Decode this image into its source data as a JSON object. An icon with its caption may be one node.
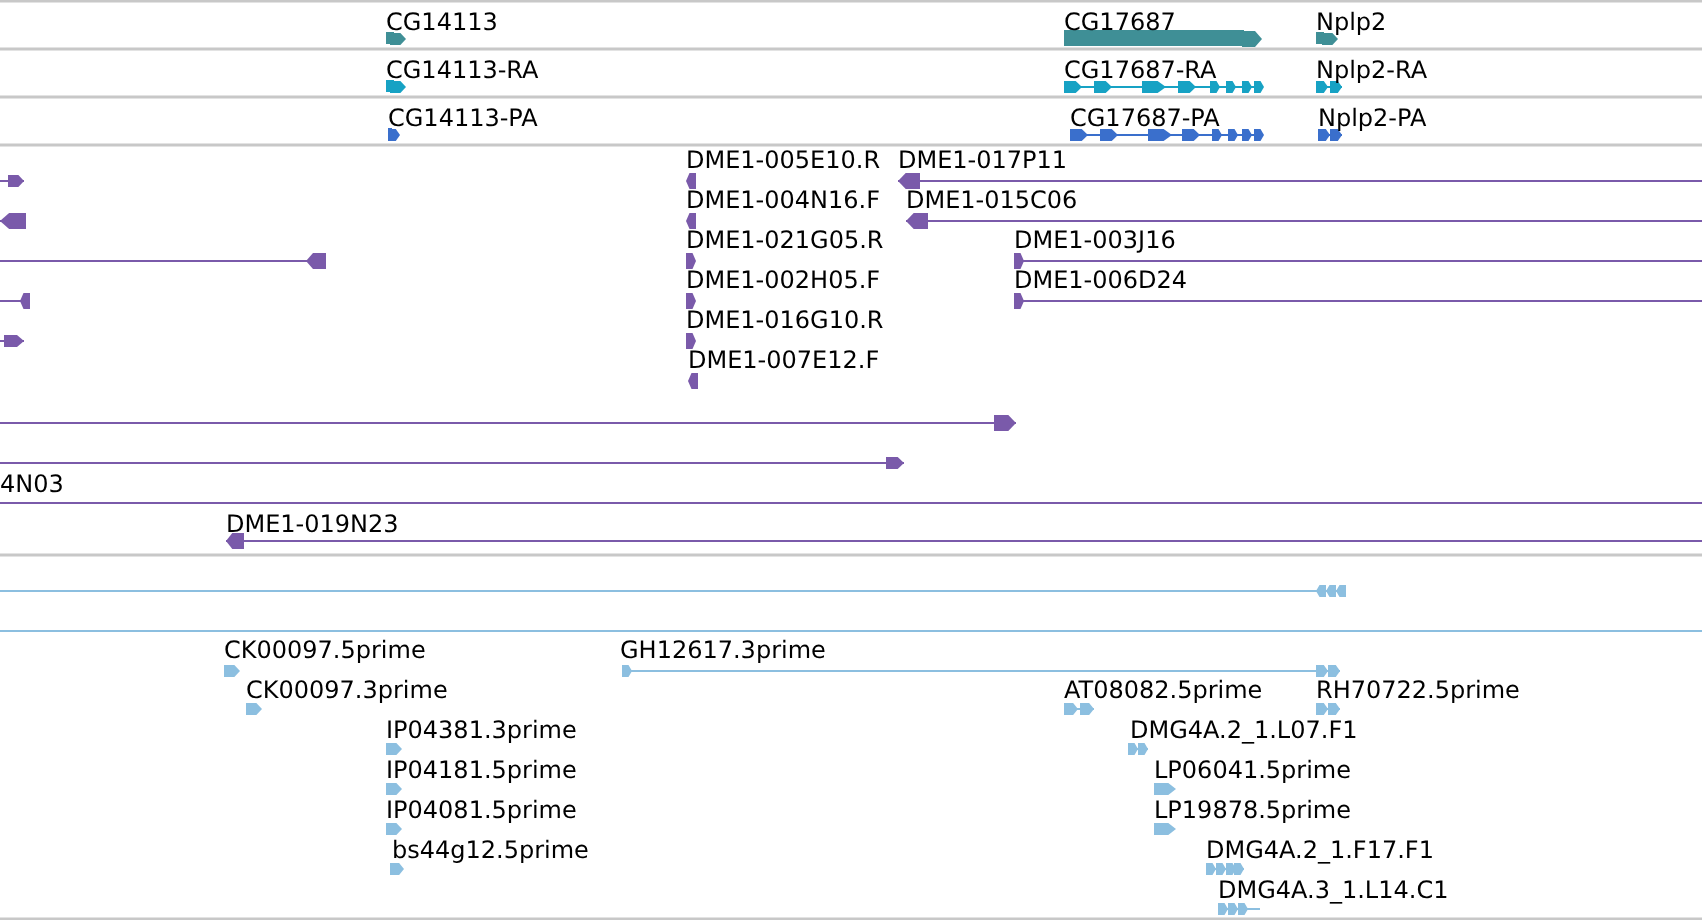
{
  "diagram": {
    "labels": [
      "CG14113",
      "CG17687",
      "Nplp2",
      "CG14113-RA",
      "CG17687-RA",
      "Nplp2-RA",
      "CG14113-PA",
      "CG17687-PA",
      "Nplp2-PA",
      "DME1-005E10.R",
      "DME1-017P11",
      "DME1-004N16.F",
      "DME1-015C06",
      "DME1-021G05.R",
      "DME1-003J16",
      "DME1-002H05.F",
      "DME1-006D24",
      "DME1-016G10.R",
      "DME1-007E12.F",
      "4N03",
      "DME1-019N23",
      "CK00097.5prime",
      "GH12617.3prime",
      "CK00097.3prime",
      "AT08082.5prime",
      "RH70722.5prime",
      "IP04381.3prime",
      "DMG4A.2_1.L07.F1",
      "IP04181.5prime",
      "LP06041.5prime",
      "IP04081.5prime",
      "LP19878.5prime",
      "bs44g12.5prime",
      "DMG4A.2_1.F17.F1",
      "DMG4A.3_1.L14.C1"
    ]
  }
}
